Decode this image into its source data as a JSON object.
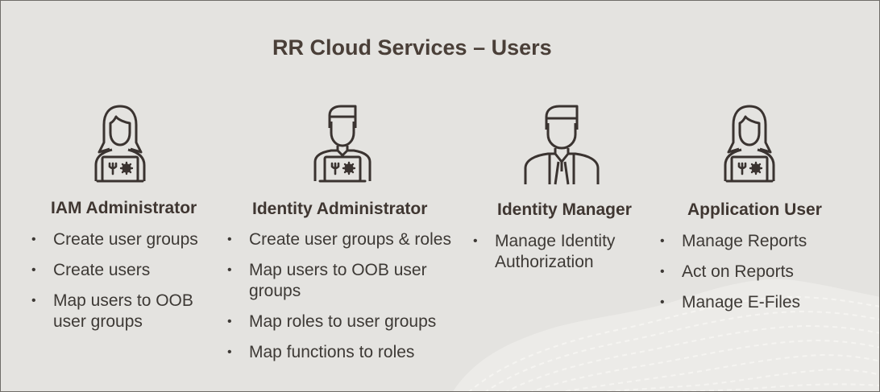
{
  "title": "RR Cloud Services – Users",
  "colors": {
    "background": "#e4e3e0",
    "text": "#3d3935",
    "icon_stroke": "#3a3330",
    "texture": "#f4f3f0"
  },
  "roles": [
    {
      "name": "IAM Administrator",
      "icon": "female-admin-laptop-icon",
      "items": [
        "Create user groups",
        "Create users",
        "Map users to OOB user groups"
      ]
    },
    {
      "name": "Identity Administrator",
      "icon": "male-admin-laptop-icon",
      "items": [
        "Create user groups & roles",
        "Map users to OOB user groups",
        "Map roles to user groups",
        "Map functions to roles"
      ]
    },
    {
      "name": "Identity Manager",
      "icon": "male-manager-suit-icon",
      "items": [
        "Manage Identity Authorization"
      ]
    },
    {
      "name": "Application User",
      "icon": "female-user-laptop-icon",
      "items": [
        "Manage Reports",
        "Act on Reports",
        "Manage E-Files"
      ]
    }
  ]
}
